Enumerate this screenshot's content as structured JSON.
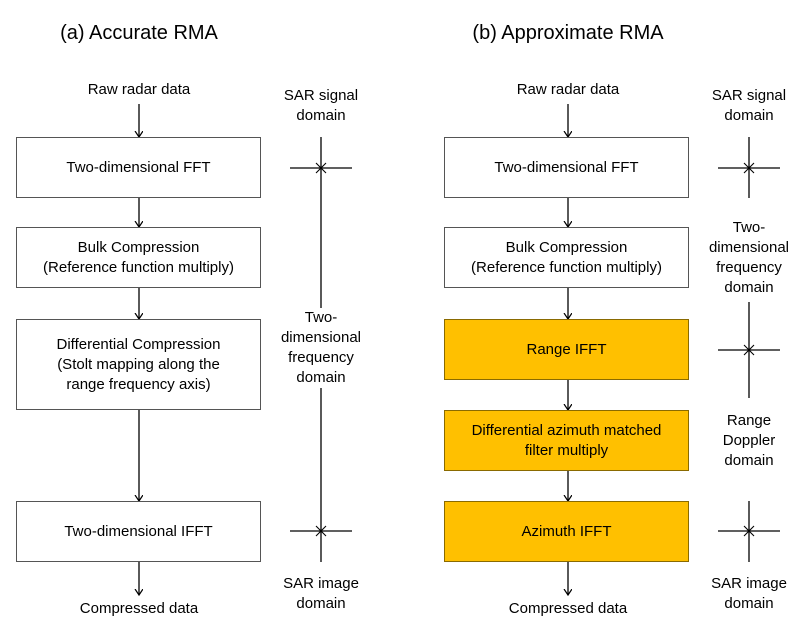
{
  "panel_a": {
    "title": "(a) Accurate RMA",
    "input": "Raw radar data",
    "output": "Compressed data",
    "steps": {
      "fft2d": "Two-dimensional FFT",
      "bulk": [
        "Bulk Compression",
        "(Reference function multiply)"
      ],
      "differential": [
        "Differential Compression",
        "(Stolt mapping along the",
        "range frequency axis)"
      ],
      "ifft2d": "Two-dimensional IFFT"
    },
    "domains": {
      "signal": [
        "SAR signal",
        "domain"
      ],
      "frequency": [
        "Two-",
        "dimensional",
        "frequency",
        "domain"
      ],
      "image": [
        "SAR image",
        "domain"
      ]
    }
  },
  "panel_b": {
    "title": "(b) Approximate RMA",
    "input": "Raw radar data",
    "output": "Compressed data",
    "steps": {
      "fft2d": "Two-dimensional FFT",
      "bulk": [
        "Bulk Compression",
        "(Reference function multiply)"
      ],
      "range_ifft": "Range IFFT",
      "diff_azimuth": [
        "Differential azimuth matched",
        "filter multiply"
      ],
      "azimuth_ifft": "Azimuth IFFT"
    },
    "domains": {
      "signal": [
        "SAR signal",
        "domain"
      ],
      "frequency": [
        "Two-",
        "dimensional",
        "frequency",
        "domain"
      ],
      "range_doppler": [
        "Range",
        "Doppler",
        "domain"
      ],
      "image": [
        "SAR image",
        "domain"
      ]
    }
  },
  "colors": {
    "highlight": "#ffc000",
    "line": "#000000",
    "box_border": "#555555"
  }
}
